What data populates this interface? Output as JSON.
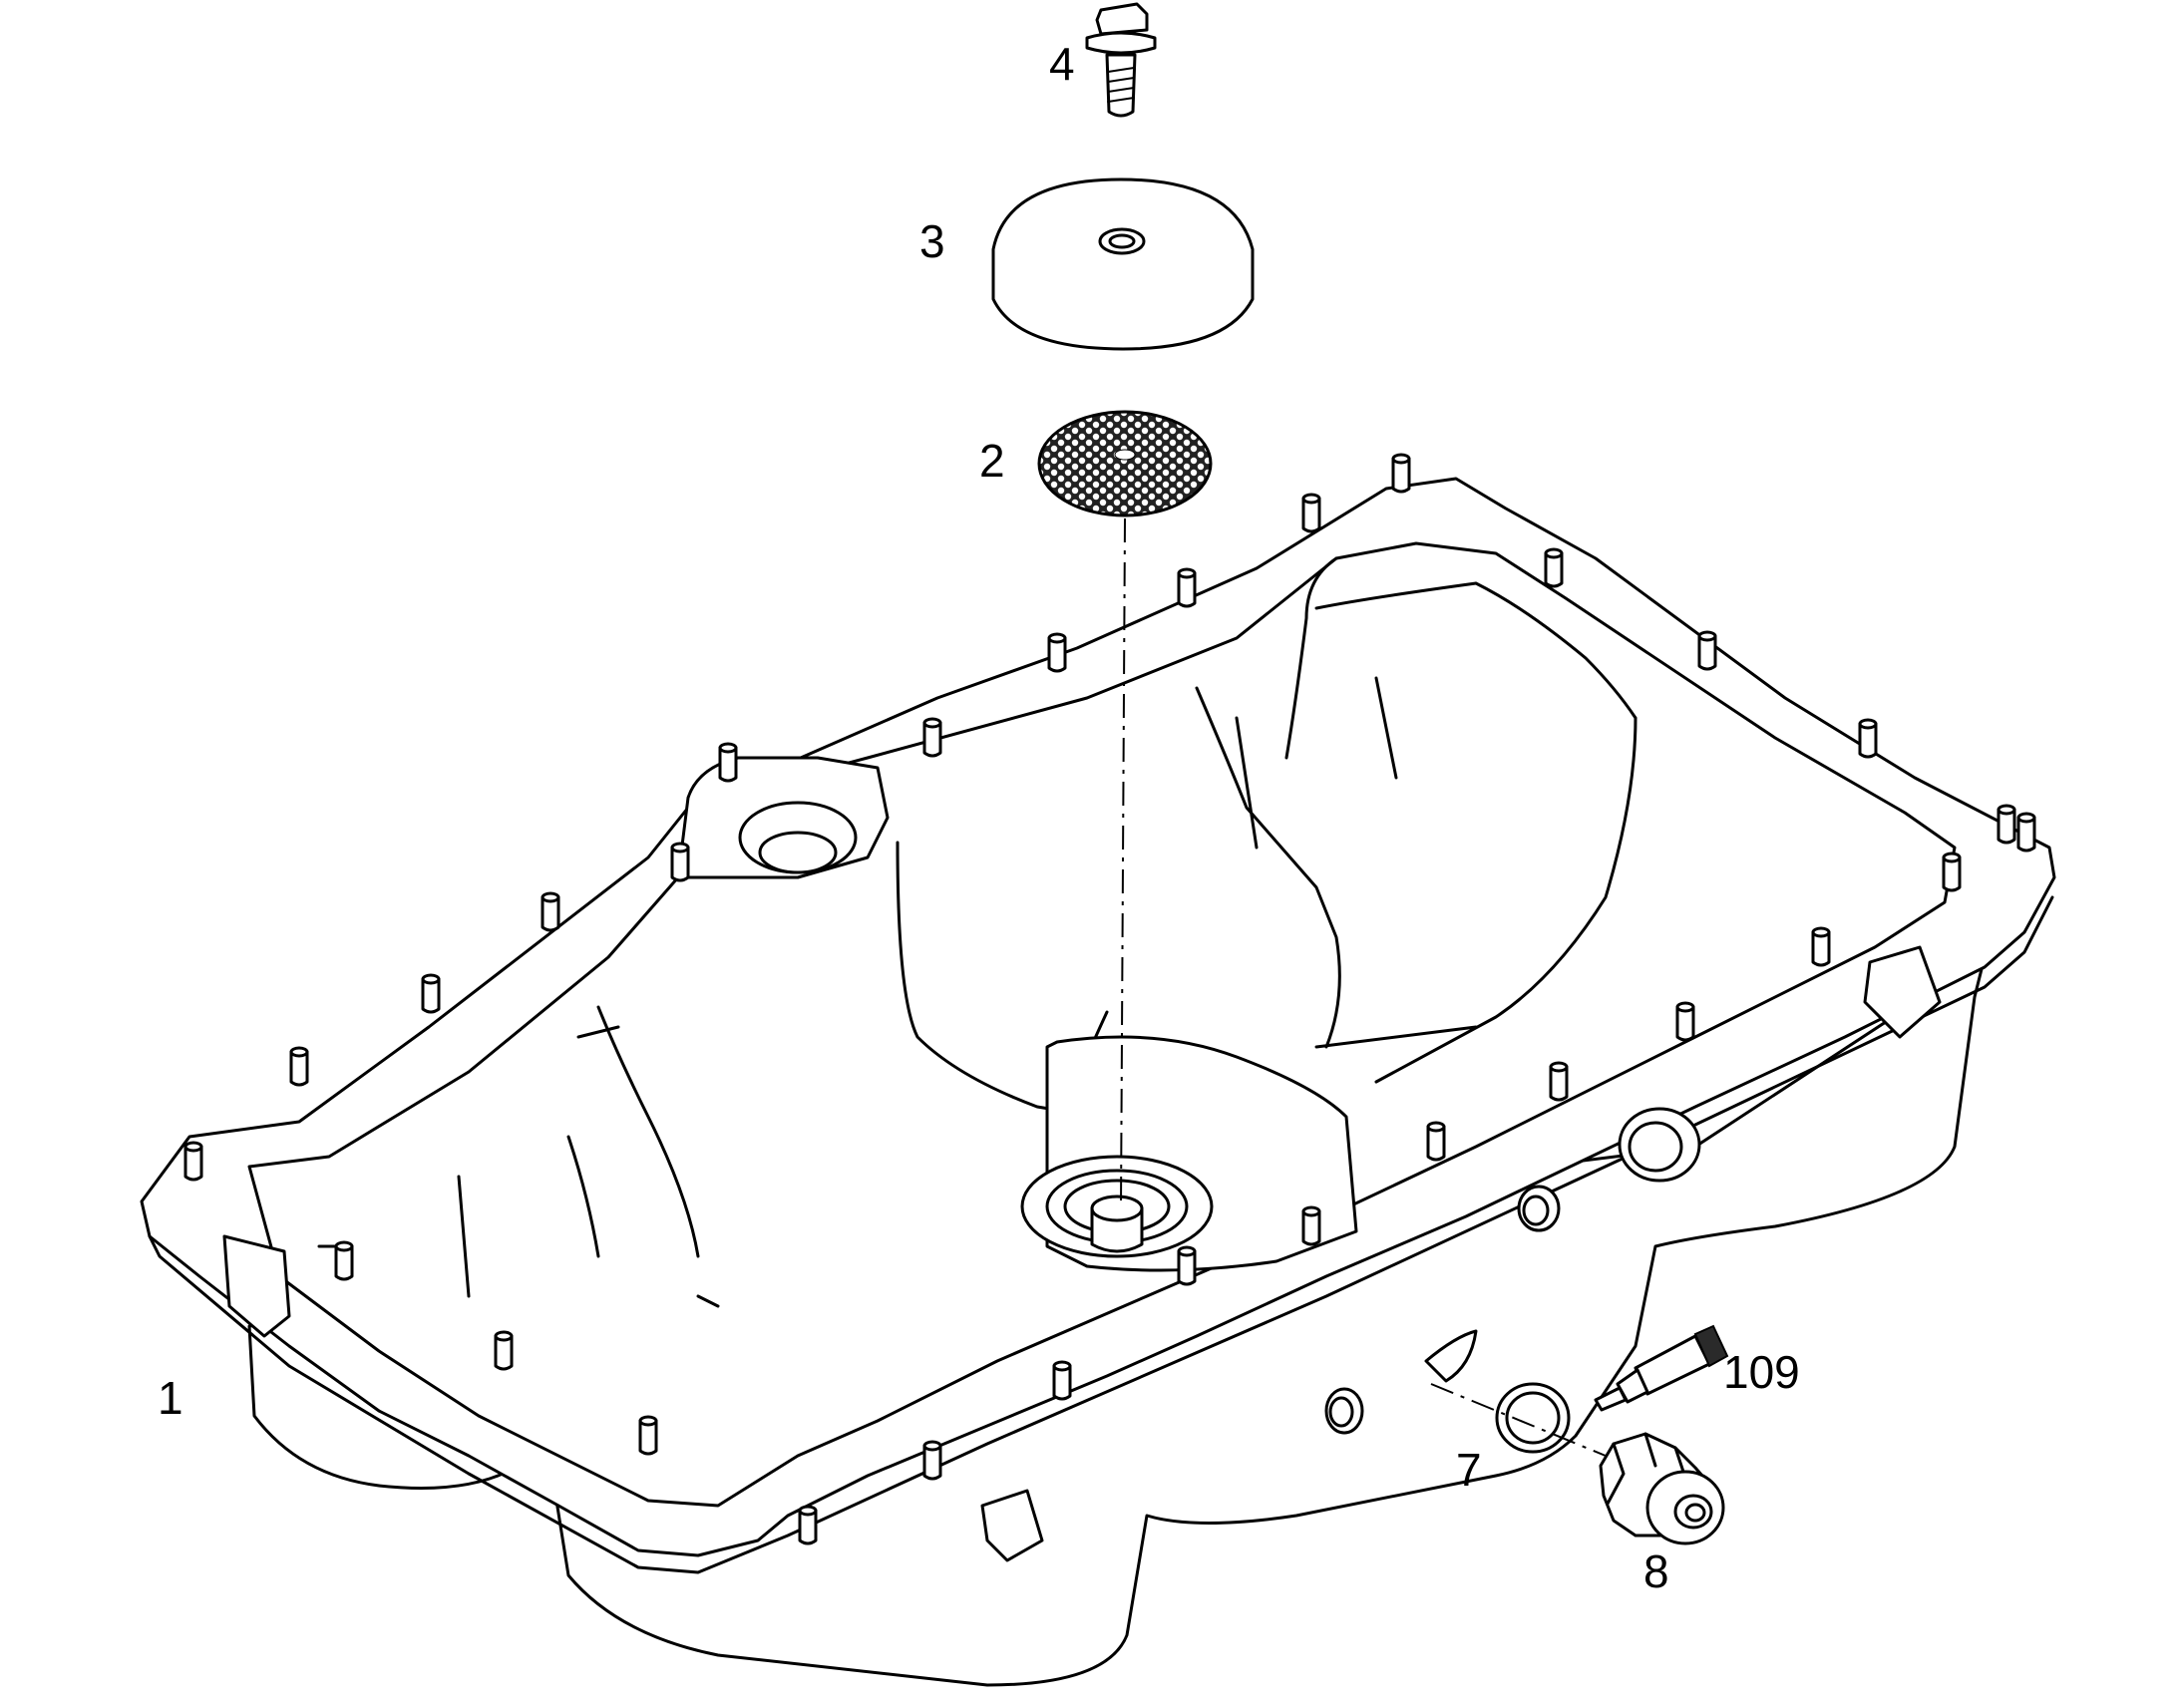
{
  "callouts": {
    "pan": "1",
    "screen": "2",
    "baffle": "3",
    "bolt": "4",
    "seal_ring": "7",
    "drain_plug": "8",
    "sealant": "109"
  },
  "colors": {
    "line": "#000000",
    "background": "#ffffff"
  }
}
